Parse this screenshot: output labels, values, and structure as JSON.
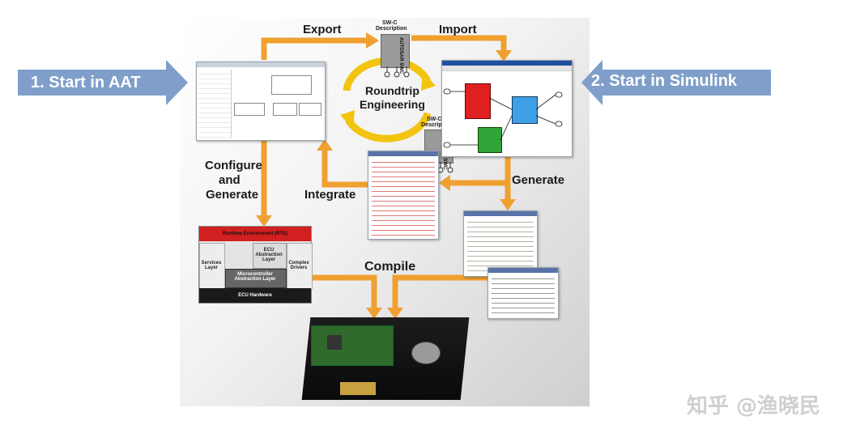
{
  "arrows": {
    "left_label": "1.  Start in AAT",
    "right_label": "2. Start in Simulink"
  },
  "flow_labels": {
    "export": "Export",
    "import": "Import",
    "configure": "Configure",
    "and": "and",
    "generate_left": "Generate",
    "integrate": "Integrate",
    "generate_right": "Generate",
    "compile": "Compile"
  },
  "center": {
    "roundtrip": "Roundtrip",
    "engineering": "Engineering"
  },
  "swc_top": {
    "title_line1": "SW-C",
    "title_line2": "Description",
    "chip_text": "AUTOSAR SWC"
  },
  "swc_mid": {
    "title_line1": "SW-C",
    "title_line2": "Description",
    "chip_text": "AUTOSAR SWC"
  },
  "stack": {
    "rte": "Runtime Environment (RTE)",
    "services": "Services Layer",
    "ecu_abs": "ECU Abstraction Layer",
    "mcal": "Microcontroller Abstraction Layer",
    "complex": "Complex Drivers",
    "hardware": "ECU Hardware"
  },
  "watermark": "知乎 @渔晓民",
  "colors": {
    "orange_arrow": "#f0a030",
    "blue_arrow": "#7f9fca",
    "rte_red": "#d21f1f",
    "block_red": "#e02020",
    "block_blue": "#3fa0e8",
    "block_green": "#2fa53a"
  }
}
